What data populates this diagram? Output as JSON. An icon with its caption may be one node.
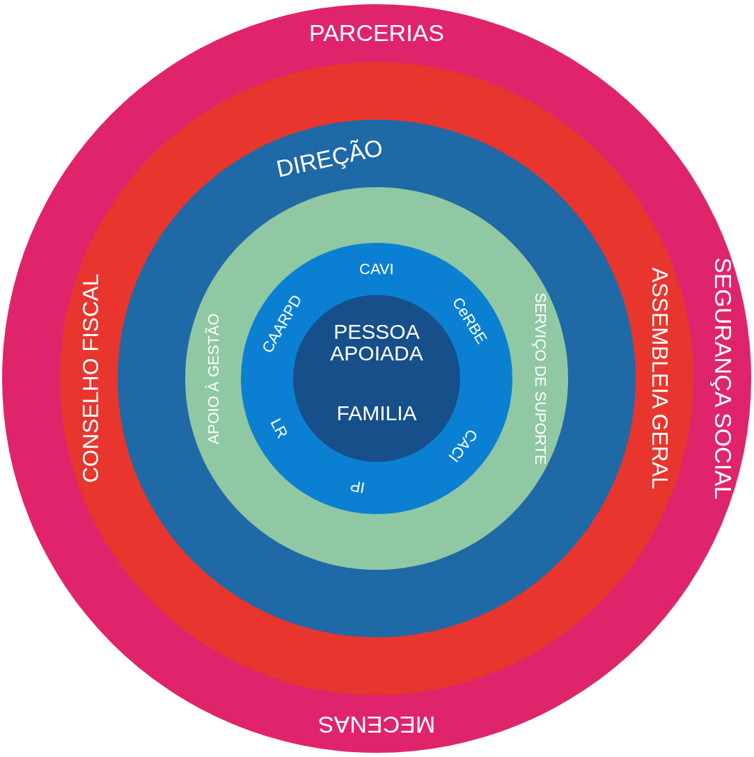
{
  "diagram": {
    "nodes": [
      {
        "text": [
          "PARCERIAS",
          "SEGURANÇA SOCIAL",
          "MECENAS"
        ]
      },
      {
        "text": [
          "CONSELHO FISCAL",
          "ASSEMBLEIA GERAL"
        ],
        "in": 0
      },
      {
        "text": [
          "DIREÇÃO"
        ],
        "in": 1
      },
      {
        "text": [
          "SERVIÇO DE SUPORTE",
          "APOIO À GESTÃO"
        ],
        "in": 2
      },
      {
        "text": [
          "CAVI",
          "CeRBE",
          "CACI",
          "IP",
          "LR",
          "CAARPD"
        ],
        "in": 3
      },
      {
        "text": [
          "PESSOA APOIADA",
          "FAMILIA"
        ],
        "in": 4
      }
    ]
  }
}
